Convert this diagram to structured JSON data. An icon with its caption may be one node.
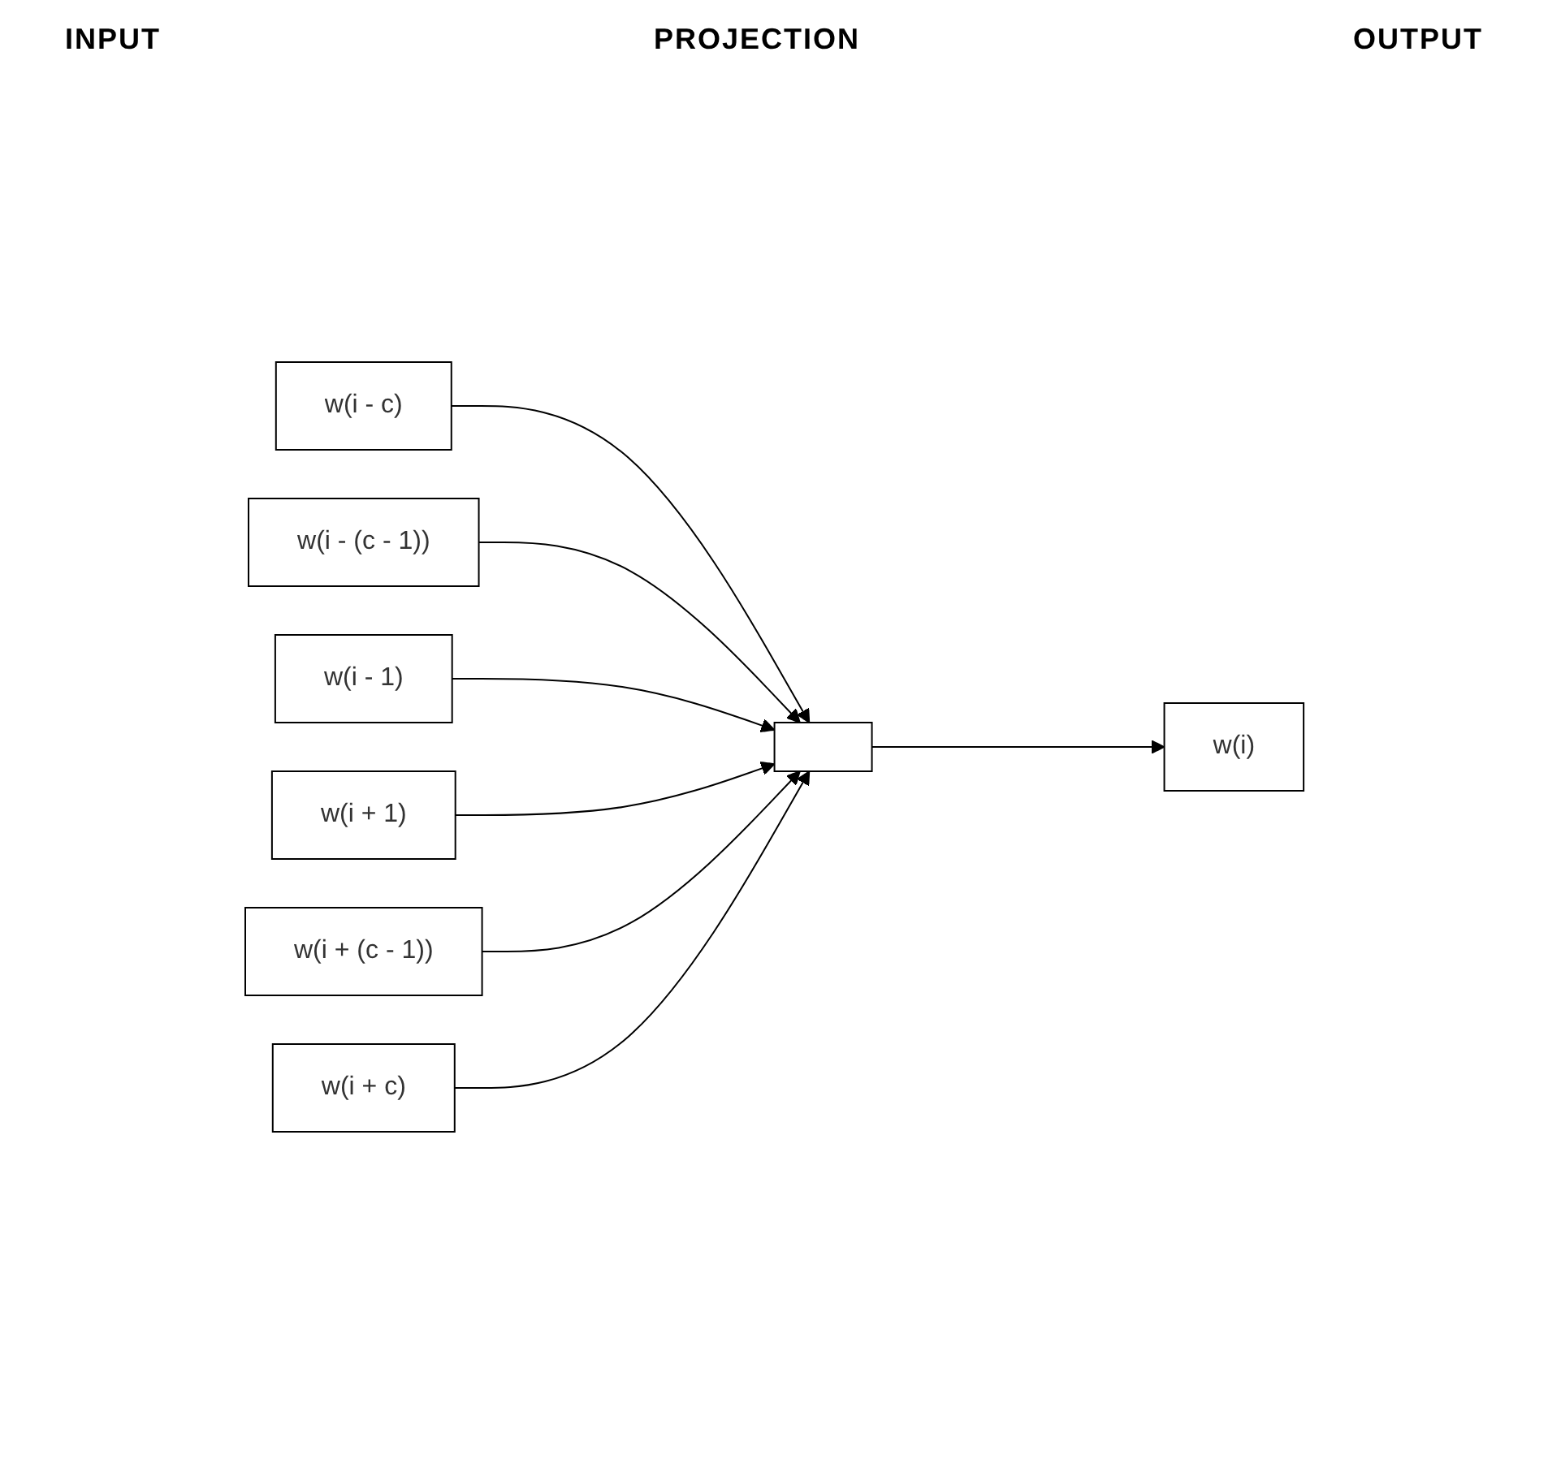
{
  "diagram": {
    "nodes": [
      {
        "text": [
          "w(i - c)"
        ]
      },
      {
        "text": [
          "w(i - (c - 1))"
        ]
      },
      {
        "text": [
          "w(i - 1)"
        ]
      },
      {
        "text": [
          "w(i + 1)"
        ]
      },
      {
        "text": [
          "w(i + (c - 1))"
        ]
      },
      {
        "text": [
          "w(i + c)"
        ]
      },
      {
        "text": [],
        "shape": "box"
      },
      {
        "text": [
          "w(i)"
        ]
      }
    ],
    "edges": [
      {
        "from": 0,
        "to": 6,
        "arrow": "to"
      },
      {
        "from": 1,
        "to": 6,
        "arrow": "to"
      },
      {
        "from": 2,
        "to": 6,
        "arrow": "to"
      },
      {
        "from": 3,
        "to": 6,
        "arrow": "to"
      },
      {
        "from": 4,
        "to": 6,
        "arrow": "to"
      },
      {
        "from": 5,
        "to": 6,
        "arrow": "to"
      },
      {
        "from": 6,
        "to": 7,
        "arrow": "to"
      }
    ],
    "labels": [
      "INPUT",
      "PROJECTION",
      "OUTPUT"
    ]
  }
}
